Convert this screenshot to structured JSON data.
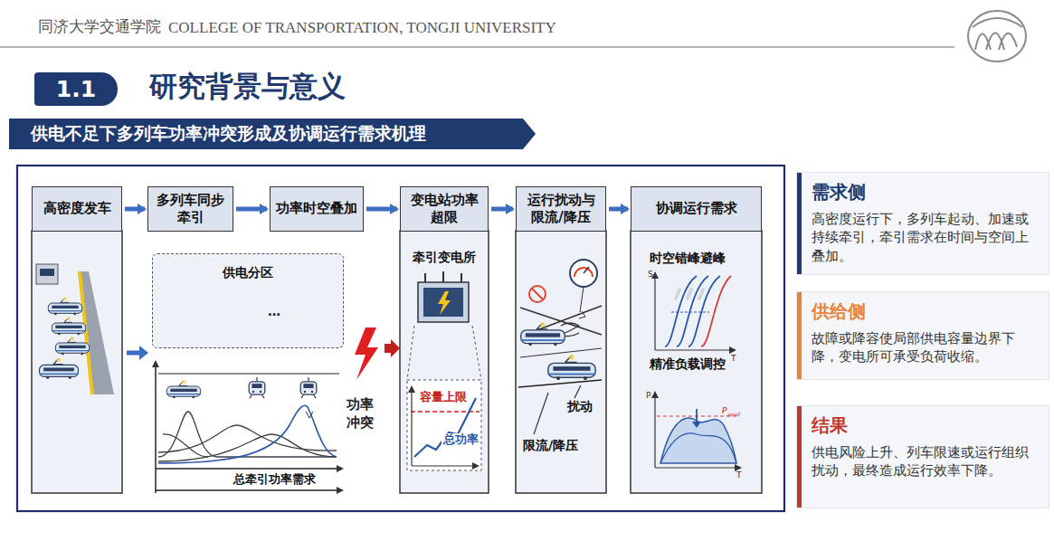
{
  "diagram": {
    "title": "研究背景与意义",
    "nodes": [
      {
        "text": [
          "1.1"
        ]
      },
      {
        "text": [
          "供电不足下多列车功率冲突形成及协调运行需求机理"
        ]
      },
      {
        "text": [
          "高密度发车"
        ]
      },
      {
        "text": [
          "多列车同步牵引"
        ]
      },
      {
        "text": [
          "功率时空叠加"
        ]
      },
      {
        "text": [
          "变电站功率超限"
        ]
      },
      {
        "text": [
          "运行扰动与限流/降压"
        ]
      },
      {
        "text": [
          "协调运行需求"
        ]
      },
      {
        "text": [
          "供电分区"
        ]
      },
      {
        "text": [
          "需求侧",
          "高密度运行下，多列车起动、加速或持续牵引，牵引需求在时间与空间上叠加。"
        ]
      },
      {
        "text": [
          "供给侧",
          "故障或降容使局部供电容量边界下降，变电所可承受负荷收缩。"
        ]
      },
      {
        "text": [
          "结果",
          "供电风险上升、列车限速或运行组织扰动，最终造成运行效率下降。"
        ]
      }
    ],
    "edges": [
      {
        "from": 2,
        "to": 3,
        "arrow": "to"
      },
      {
        "from": 3,
        "to": 4,
        "arrow": "to"
      },
      {
        "from": 4,
        "to": 5,
        "arrow": "to"
      },
      {
        "from": 5,
        "to": 6,
        "arrow": "to"
      },
      {
        "from": 6,
        "to": 7,
        "arrow": "to"
      }
    ],
    "labels": [
      "同济大学交通学院",
      "COLLEGE OF TRANSPORTATION, TONGJI UNIVERSITY",
      "…",
      "功率冲突",
      "总牵引功率需求",
      "牵引变电所",
      "容量上限",
      "总功率",
      "扰动",
      "限流/降压",
      "时空错峰避峰",
      "S",
      "T",
      "精准负载调控",
      "P",
      "P",
      "avail",
      "T"
    ]
  }
}
